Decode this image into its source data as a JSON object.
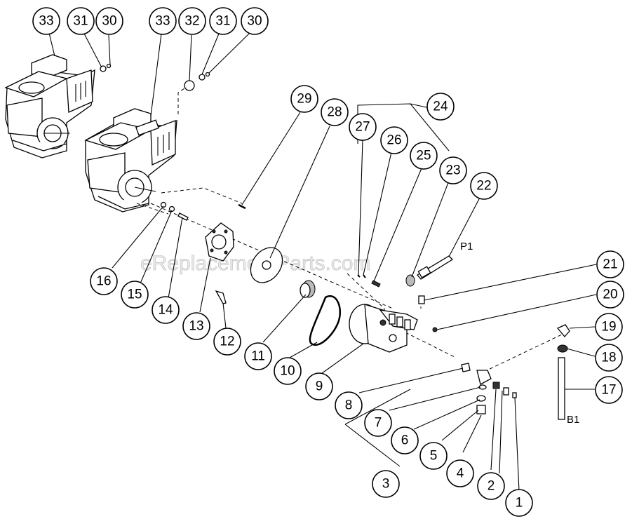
{
  "watermark": "eReplacementParts.com",
  "part_labels": {
    "p1": "P1",
    "b1": "B1"
  },
  "callouts": [
    {
      "id": "c33a",
      "n": "33"
    },
    {
      "id": "c31a",
      "n": "31"
    },
    {
      "id": "c30a",
      "n": "30"
    },
    {
      "id": "c33b",
      "n": "33"
    },
    {
      "id": "c32",
      "n": "32"
    },
    {
      "id": "c31b",
      "n": "31"
    },
    {
      "id": "c30b",
      "n": "30"
    },
    {
      "id": "c29",
      "n": "29"
    },
    {
      "id": "c28",
      "n": "28"
    },
    {
      "id": "c24",
      "n": "24"
    },
    {
      "id": "c27",
      "n": "27"
    },
    {
      "id": "c26",
      "n": "26"
    },
    {
      "id": "c25",
      "n": "25"
    },
    {
      "id": "c23",
      "n": "23"
    },
    {
      "id": "c22",
      "n": "22"
    },
    {
      "id": "c21",
      "n": "21"
    },
    {
      "id": "c20",
      "n": "20"
    },
    {
      "id": "c19",
      "n": "19"
    },
    {
      "id": "c18",
      "n": "18"
    },
    {
      "id": "c17",
      "n": "17"
    },
    {
      "id": "c16",
      "n": "16"
    },
    {
      "id": "c15",
      "n": "15"
    },
    {
      "id": "c14",
      "n": "14"
    },
    {
      "id": "c13",
      "n": "13"
    },
    {
      "id": "c12",
      "n": "12"
    },
    {
      "id": "c11",
      "n": "11"
    },
    {
      "id": "c10",
      "n": "10"
    },
    {
      "id": "c9",
      "n": "9"
    },
    {
      "id": "c8",
      "n": "8"
    },
    {
      "id": "c7",
      "n": "7"
    },
    {
      "id": "c6",
      "n": "6"
    },
    {
      "id": "c5",
      "n": "5"
    },
    {
      "id": "c4",
      "n": "4"
    },
    {
      "id": "c3",
      "n": "3"
    },
    {
      "id": "c2",
      "n": "2"
    },
    {
      "id": "c1",
      "n": "1"
    }
  ]
}
